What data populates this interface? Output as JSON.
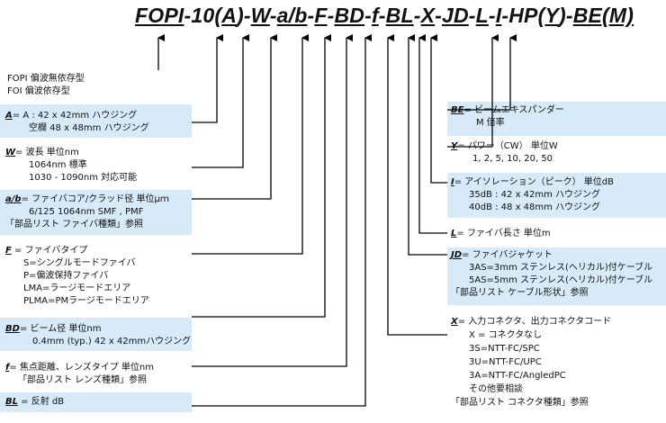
{
  "code": {
    "fopi": "FOPI",
    "s1": "-10(",
    "a": "A",
    "s2": ")-",
    "w": "W",
    "s3": "-",
    "ab": "a/b",
    "s4": "-",
    "f_upper": "F",
    "s5": "-",
    "bd": "BD",
    "s6": "-",
    "f_lower": "f",
    "s7": "-",
    "bl": "BL",
    "s8": "-",
    "x": "X",
    "s9": "-",
    "jd": "JD",
    "s10": "-",
    "l": "L",
    "s11": "-",
    "i": "I",
    "s12": "-HP(",
    "y": "Y",
    "s13": ")-",
    "be": "BE(M)"
  },
  "left": {
    "fopi": {
      "lines": [
        "FOPI  偏波無依存型",
        "FOI   偏波依存型"
      ]
    },
    "A": {
      "key": "A",
      "eq": "= ",
      "lines": [
        "A : 42 x 42mm  ハウジング",
        "空欄 48 x 48mm  ハウジング"
      ]
    },
    "W": {
      "key": "W",
      "eq": "=  ",
      "lines": [
        "波長   単位nm",
        "1064nm 標準",
        "1030 - 1090nm 対応可能"
      ]
    },
    "ab": {
      "key": "a/b",
      "eq": "=  ",
      "lines": [
        "ファイバコア/クラッド径   単位μｍ",
        "6/125  1064nm SMF , PMF",
        "「部品リスト  ファイバ種類」参照"
      ]
    },
    "F": {
      "key": "F",
      "eq": " = ",
      "lines": [
        "ファイバタイプ",
        "S=シングルモードファイバ",
        "P=偏波保持ファイバ",
        "LMA=ラージモードエリア",
        "PLMA=PMラージモードエリア"
      ]
    },
    "BD": {
      "key": "BD",
      "eq": "=  ",
      "lines": [
        "ビーム径   単位nm",
        "0.4mm (typ.) 42 x 42mmハウジング"
      ]
    },
    "f": {
      "key": "f",
      "eq": "=  ",
      "lines": [
        "焦点距離、レンズタイプ    単位nm",
        "「部品リスト  レンズ種類」参照"
      ]
    },
    "BL": {
      "key": "BL",
      "eq": " =  ",
      "lines": [
        "反射 dB"
      ]
    }
  },
  "right": {
    "BE": {
      "key": "BE",
      "eq": "=  ",
      "lines": [
        "ビームエキスパンダー",
        "M  倍率"
      ]
    },
    "Y": {
      "key": "Y",
      "eq": "=  ",
      "lines": [
        "パワー（CW）   単位W",
        "1, 2, 5, 10, 20, 50"
      ]
    },
    "I": {
      "key": "I",
      "eq": "=  ",
      "lines": [
        "アイソレーション（ピーク）    単位dB",
        "35dB : 42 x 42mm ハウジング",
        "40dB : 48 x 48mm ハウジング"
      ]
    },
    "L": {
      "key": "L",
      "eq": "=  ",
      "lines": [
        "ファイバ長さ   単位m"
      ]
    },
    "JD": {
      "key": "JD",
      "eq": "= ",
      "lines": [
        "ファイバジャケット",
        "3AS=3mm ステンレス(ヘリカル)付ケーブル",
        "5AS=5mm ステンレス(ヘリカル)付ケーブル",
        "「部品リスト  ケーブル形状」参照"
      ]
    },
    "X": {
      "key": "X",
      "eq": "=  ",
      "lines": [
        "入力コネクタ、出力コネクタコード",
        "X = コネクタなし",
        "3S=NTT-FC/SPC",
        "3U=NTT-FC/UPC",
        "3A=NTT-FC/AngledPC",
        "その他要相談",
        "「部品リスト  コネクタ種類」参照"
      ]
    }
  },
  "colors": {
    "highlight": "#d6eaf8",
    "line": "#000000"
  }
}
